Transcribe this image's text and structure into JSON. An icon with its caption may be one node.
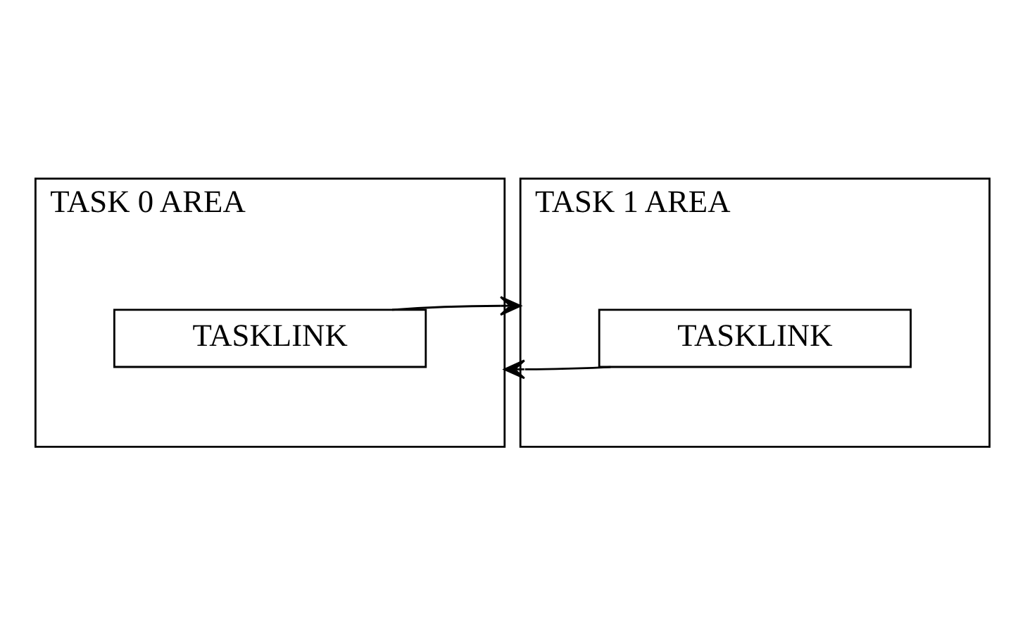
{
  "diagram": {
    "nodes": [
      {
        "text": [
          "TASK 0 AREA"
        ]
      },
      {
        "text": [
          "TASKLINK"
        ],
        "in": 0
      },
      {
        "text": [
          "TASK 1 AREA"
        ]
      },
      {
        "text": [
          "TASKLINK"
        ],
        "in": 2
      }
    ],
    "edges": [
      {
        "from": 1,
        "to": 2,
        "arrow": "to"
      },
      {
        "from": 3,
        "to": 0,
        "arrow": "to"
      }
    ]
  }
}
